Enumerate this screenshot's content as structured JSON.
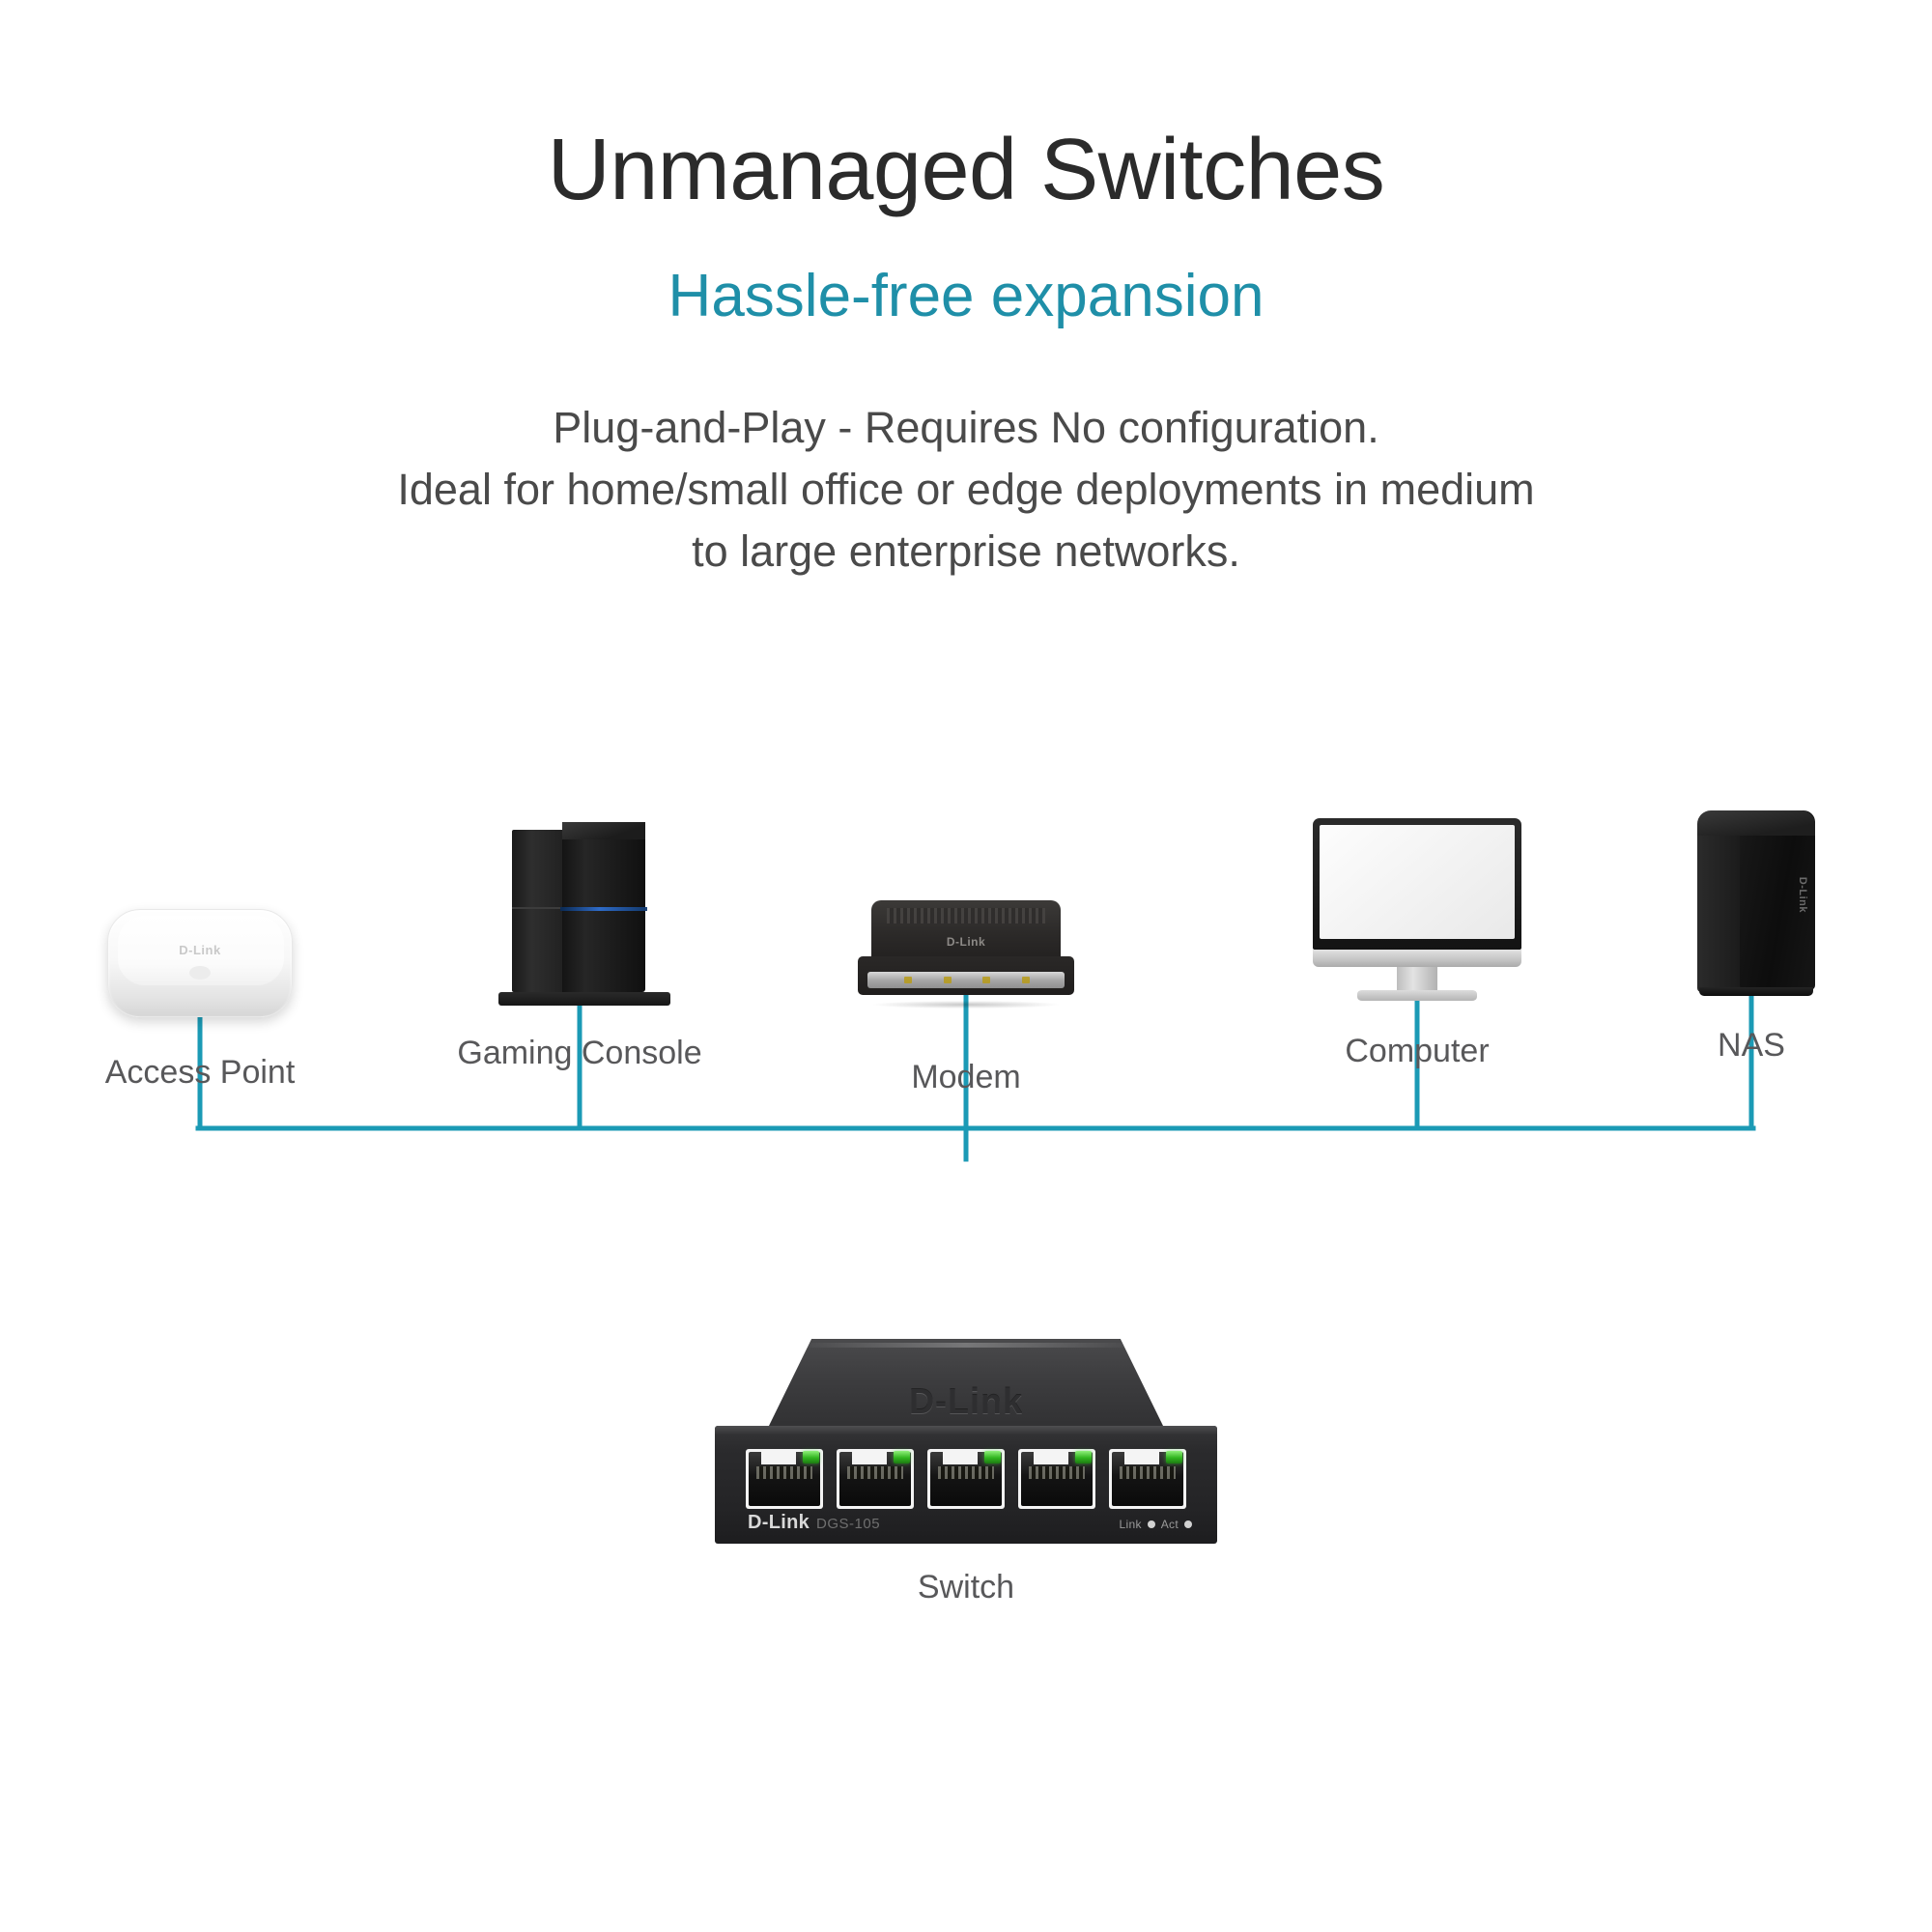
{
  "header": {
    "title": "Unmanaged Switches",
    "subtitle": "Hassle-free expansion",
    "body_lines": [
      "Plug-and-Play - Requires No configuration.",
      "Ideal for home/small office or edge deployments in medium",
      "to large enterprise networks."
    ]
  },
  "colors": {
    "accent_teal": "#1f8fa8",
    "wire_teal": "#1b9ab5",
    "title_gray": "#2b2b2b",
    "body_gray": "#4a4a4a",
    "label_gray": "#58585a",
    "background": "#ffffff",
    "led_green": "#31b51f"
  },
  "diagram": {
    "devices": [
      {
        "id": "access-point",
        "label": "Access Point",
        "icon": "access-point-icon",
        "brand": "D-Link"
      },
      {
        "id": "gaming-console",
        "label": "Gaming Console",
        "icon": "gaming-console-icon",
        "brand": ""
      },
      {
        "id": "modem",
        "label": "Modem",
        "icon": "modem-icon",
        "brand": "D-Link"
      },
      {
        "id": "computer",
        "label": "Computer",
        "icon": "computer-monitor-icon",
        "brand": ""
      },
      {
        "id": "nas",
        "label": "NAS",
        "icon": "nas-icon",
        "brand": "D-Link"
      }
    ],
    "switch": {
      "label": "Switch",
      "top_logo": "D-Link",
      "front_brand": "D-Link",
      "model": "DGS-105",
      "port_count": 5,
      "legend_link": "Link",
      "legend_act": "Act"
    },
    "connections": [
      {
        "from": "access-point",
        "to": "switch",
        "style": "drop-to-bus"
      },
      {
        "from": "gaming-console",
        "to": "switch",
        "style": "drop-to-bus"
      },
      {
        "from": "modem",
        "to": "switch",
        "style": "direct-top"
      },
      {
        "from": "computer",
        "to": "switch",
        "style": "drop-to-bus"
      },
      {
        "from": "nas",
        "to": "switch",
        "style": "drop-to-bus"
      }
    ]
  }
}
